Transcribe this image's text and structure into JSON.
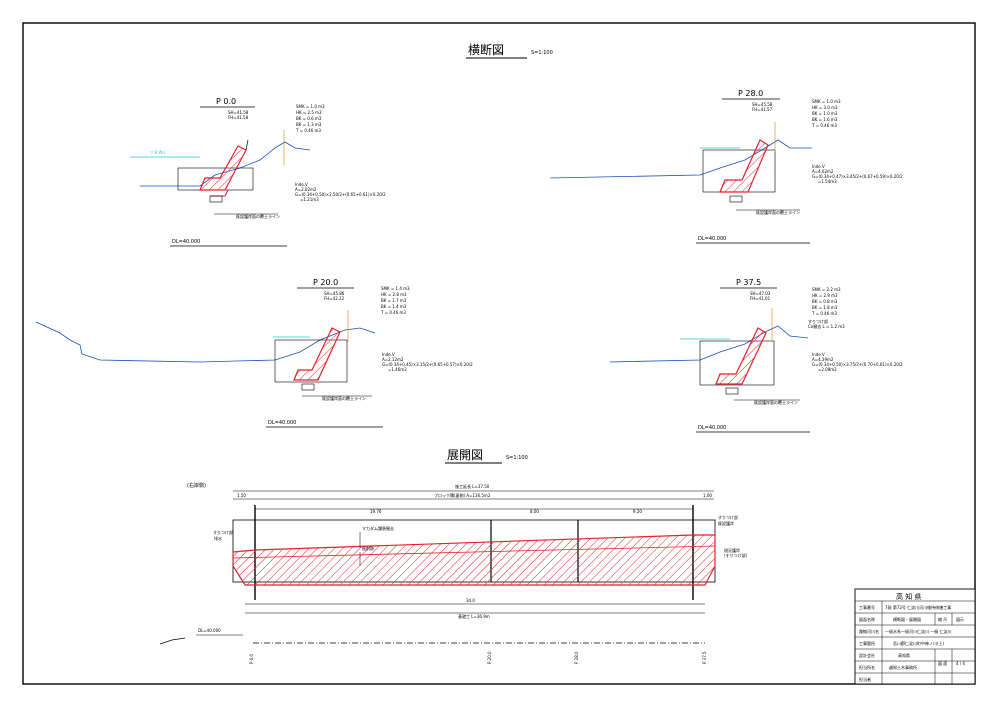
{
  "titles": {
    "cross_section": "横断図",
    "cross_section_scale": "S=1:100",
    "development": "展開図",
    "development_scale": "S=1:100"
  },
  "sections": {
    "p00": {
      "name": "P 0.0",
      "sub1": "SH=41.58",
      "sub2": "FH=41.58",
      "vol": [
        "SMK = 1.0 m3",
        "HK = 2.5 m3",
        "BK = 0.6 m3",
        "BK = 1.3 m3",
        "T = 0.46 m3"
      ],
      "note1": "Inde.V",
      "note2": "A=2.02m2",
      "note3": "G=(0.34+0.50)×2.50/2+(0.65+0.61)×0.20/2",
      "note4": "=1.21m3",
      "label": "既設護岸面の覆土ライン",
      "dl": "DL=40.000"
    },
    "p28": {
      "name": "P 28.0",
      "sub1": "SH=45.58",
      "sub2": "FH=41.57",
      "vol": [
        "SMK = 1.0 m3",
        "HK = 3.0 m3",
        "BK = 1.0 m3",
        "BK = 1.6 m3",
        "T = 0.46 m3"
      ],
      "note1": "Inde.V",
      "note2": "A=4.02m2",
      "note3": "G=(0.34+0.47)×3.45/2+(0.67+0.59)×0.20/2",
      "note4": "=1.54m3",
      "label": "既設護岸面の覆土ライン",
      "dl": "DL=40.000"
    },
    "p20": {
      "name": "P 20.0",
      "sub1": "SH=45.86",
      "sub2": "FH=42.22",
      "vol": [
        "SMK = 1.4 m3",
        "HK = 2.8 m3",
        "BK = 1.7 m3",
        "BK = 1.4 m3",
        "T = 0.46 m3"
      ],
      "note1": "Inde.V",
      "note2": "A=2.12m2",
      "note3": "G=(0.34+0.45)×3.15/2+(0.65+0.57)×0.20/2",
      "note4": "=1.46m3",
      "label": "既設護岸面の覆土ライン",
      "dl": "DL=40.000"
    },
    "p375": {
      "name": "P 37.5",
      "sub1": "SH=47.03",
      "sub2": "FH=41.01",
      "vol": [
        "SMK = 2.2 m3",
        "HK = 2.9 m3",
        "BK = 0.8 m3",
        "BK = 1.8 m3",
        "T = 0.46 m3"
      ],
      "extra1": "すりつけ部",
      "extra2": "Co撤去 L = 1.2 m3",
      "note1": "Inde.V",
      "note2": "A=4.39m2",
      "note3": "G=(0.34+0.50)×3.75/2+(0.70+0.61)×0.20/2",
      "note4": "=2.09m2",
      "label": "既設護岸面の覆土ライン",
      "dl": "DL=40.000"
    }
  },
  "development": {
    "side_label": "(右岸側)",
    "total_top": "施工延長 L=37.50",
    "block_length": "ブロック積(裏側) A=136.5m2",
    "dim_left": "1.50",
    "dim_right": "1.00",
    "seg1": "19.76",
    "seg2": "8.00",
    "seg3": "9.20",
    "label_a": "すりつけ部",
    "label_b": "排水",
    "label_right_a": "すりつけ部",
    "label_right_b": "既設護岸",
    "label_right_c": "現況護岸",
    "label_right_d": "(すりつけ部)",
    "note_mid1": "マカダム舗装撤去",
    "note_mid2": "掘削跡",
    "bottom1": "34.0",
    "bottom2": "基礎工 L=36.9m",
    "dl": "DL=40.000",
    "stations": [
      "P 0.0",
      "P 20.0",
      "P 28.0",
      "P 37.5"
    ]
  },
  "title_block": {
    "prefecture": "高 知 県",
    "rows": [
      {
        "label": "工事番号",
        "value": "7発 第72号 仁淀川河川維持修繕工事"
      },
      {
        "label": "図面名称",
        "value": "横断図・展開図",
        "extra_label": "縮 尺",
        "extra_value": "図示"
      },
      {
        "label": "路線河川名",
        "value": "一級水系一級河川仁淀川 一級 仁淀川"
      },
      {
        "label": "工事箇所",
        "value": "吾川郡仁淀川町中神ノ川(上)"
      },
      {
        "label": "設計会社",
        "value": "高知県"
      },
      {
        "label": "担当所名",
        "value": "越知土木事務所 ",
        "extra_label": "図 面",
        "extra_value": "4 / 4"
      },
      {
        "label": "担当者",
        "value": ""
      }
    ]
  }
}
